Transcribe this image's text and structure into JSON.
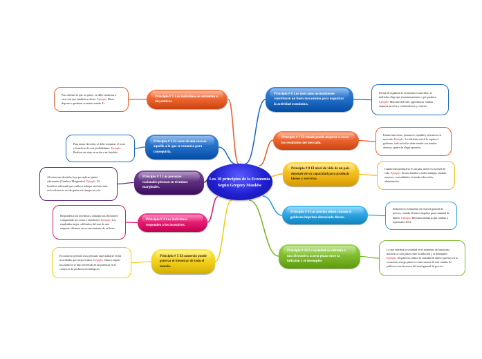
{
  "center": {
    "title": "Los 10 principios de la Economía Según Gregory Mankiw"
  },
  "nodes": [
    {
      "id": "p1",
      "label": "Principio # 1 Los individuos se enfrentan a disyuntivas.",
      "color": "#e8602c",
      "note": {
        "pre": "Para obtener lo que se quiere, se debe renunciar a otra cosa que también se desea. ",
        "ej": "Ejemplo:",
        "post": " Hacer deporte o quedarse acostado viendo Tv"
      }
    },
    {
      "id": "p2",
      "label": "Principio # 2 El coste de una cosa es aquello a lo que se renuncia para conseguirla.",
      "color": "#1f6bc4",
      "note": {
        "pre": "Para tomar decisión, se debe comparar el costo y beneficio de esas posibilidades. ",
        "ej": "Ejemplo:",
        "post": " Realizar un viaje en avión o en Autobús"
      }
    },
    {
      "id": "p3",
      "label": "Principio # 3 Las personas racionales piensan en términos marginales.",
      "color": "#5a2a7a",
      "note": {
        "pre": "Al tomar una decisión, hay que aplicar ajustes adicionales (Cambios Marginales). ",
        "ej": "Ejemplo:",
        "post": " El beneficio adicional que conlleva trabajar una hora más en la oficina en vez de gastar ese tiempo en ocio."
      }
    },
    {
      "id": "p4",
      "label": "Principio # 4 Los individuos responden a los incentivos.",
      "color": "#e0186e",
      "note": {
        "pre": "Responden a los incentivos, tomando sus decisiones comparando los costos y beneficios. ",
        "ej": "Ejemplo:",
        "post": " Los empleados mejor calificados del mes de una empresa, obtienen un reconocimiento de un bono."
      }
    },
    {
      "id": "p5",
      "label": "Principio # 5 El comercio puede generar el bienestar de todo el mundo.",
      "color": "#f0cc1a",
      "note": {
        "pre": "El comercio permite a las personas especializarse en las actividades que mejor realiza. ",
        "ej": "Ejemplo:",
        "post": " China y Japón, los asiáticos se han convertido en un potencia en el comercio de productos tecnológicos."
      }
    },
    {
      "id": "p6",
      "label": "Principio # 6 Los mercados normalmente constituyen un buen mecanismo para organizar la actividad económica.",
      "color": "#1f6bc4",
      "note": {
        "pre": "Forma de organizar la economía es más libre, el individuo elige que económicamente y que produce. ",
        "ej": "Ejemplo:",
        "post": " Mercado del Café, agricultores vendan, empresa procesa y venda interior y exterior."
      }
    },
    {
      "id": "p7",
      "label": "Principio # 7 El estado puede mejorar a veces los resultados del mercado.",
      "color": "#e8602c",
      "note": {
        "pre": "Estado interviene, promueve equidad y eficiencia en mercado. ",
        "ej": "Ejemplo:",
        "post": " La telefonía móvil la regula el gobierno, todo móvil se debe vender con bandas abiertas, quiere de elegir operador."
      }
    },
    {
      "id": "p8",
      "label": "Principio # 8 El nivel de vida de un país depende de su capacidad para producir bienes y servicios.",
      "color": "#f0b81a",
      "note": {
        "pre": "Cuanto mas productivo es un país, mejor es su nivel de vida. ",
        "ej": "Ejemplo:",
        "post": " En una familia si todos trabajan, tendrán mayores, comodidades vivienda, educación, alimentación."
      }
    },
    {
      "id": "p9",
      "label": "Principio # 9 Los precios suben cuando el gobierno imprime demasiado dinero.",
      "color": "#2aa0dc",
      "note": {
        "pre": "Inflación es el aumento en el nivel general de precios, cuando el banco imprime gran cantidad de dinero. ",
        "ej": "Ejemplo:",
        "post": " Reforma tributaria que cambia a septiembre 2012"
      }
    },
    {
      "id": "p10",
      "label": "Principio # 10 La sociedad se enfrenta a una disyuntiva acorto plazo entre la inflación y el desempleo",
      "color": "#7ab82a",
      "note": {
        "pre": "Lo que enfrenta la sociedad en el momento de tomar una decisión a corto plazo entre la inflación y el desempleo ",
        "ej": "Ejemplo:",
        "post": " El gobierno reduce la cantidad de dinero que hay en la economía, a largo plazo la consecuencia de este cambio de política es un descenso del nivel general de precios."
      }
    }
  ]
}
